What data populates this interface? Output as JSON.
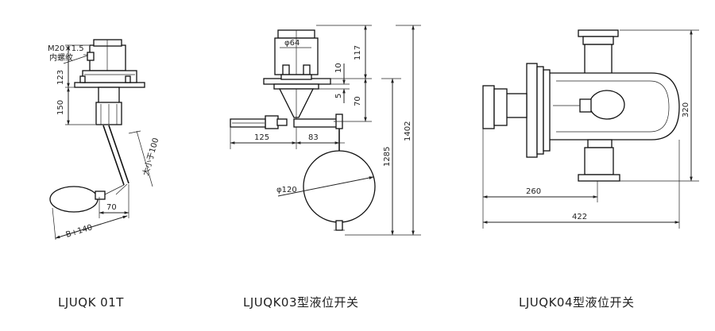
{
  "drawings": [
    {
      "caption": "LJUQK 01T",
      "dimensions": {
        "thread": "M20×1.5",
        "thread_note": "内螺纹",
        "d123": "123",
        "d150": "150",
        "diag": "大小于100",
        "d70": "70",
        "b140": "B+140"
      }
    },
    {
      "caption": "LJUQK03型液位开关",
      "dimensions": {
        "phi64": "φ64",
        "d117": "117",
        "d10": "10",
        "d5": "5",
        "d70": "70",
        "d125": "125",
        "d83": "83",
        "d1285": "1285",
        "d1402": "1402",
        "phi120": "φ120"
      }
    },
    {
      "caption": "LJUQK04型液位开关",
      "dimensions": {
        "d320": "320",
        "d260": "260",
        "d422": "422"
      }
    }
  ]
}
